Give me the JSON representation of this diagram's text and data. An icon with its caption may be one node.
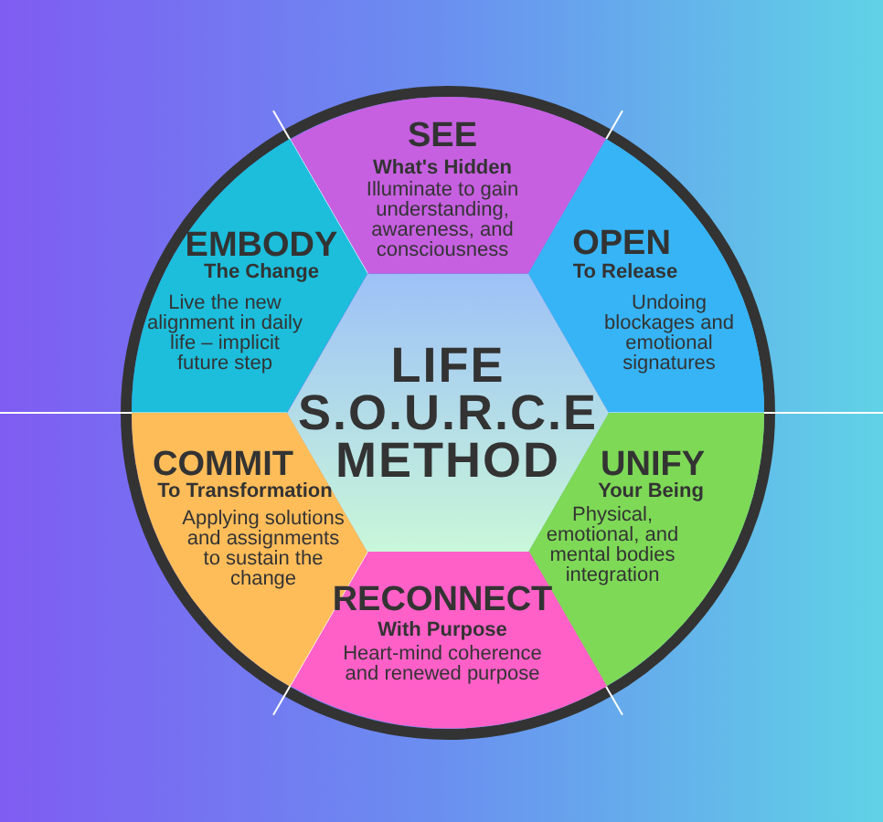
{
  "diagram": {
    "nodes": [
      {
        "text": [
          "SEE",
          "What's Hidden",
          "Illuminate to gain understanding, awareness, and consciousness"
        ]
      },
      {
        "text": [
          "EMBODY",
          "The Change",
          "Live the new alignment in daily life – implicit future step"
        ]
      },
      {
        "text": [
          "OPEN",
          "To Release",
          "Undoing blockages and emotional signatures"
        ]
      },
      {
        "text": [
          "LIFE S.O.U.R.C.E METHOD"
        ]
      },
      {
        "text": [
          "COMMIT",
          "To Transformation",
          "Applying solutions and assignments to sustain the change"
        ]
      },
      {
        "text": [
          "UNIFY",
          "Your Being",
          "Physical, emotional, and mental bodies integration"
        ]
      },
      {
        "text": [
          "RECONNECT",
          "With Purpose",
          "Heart-mind coherence and renewed purpose"
        ]
      }
    ]
  }
}
